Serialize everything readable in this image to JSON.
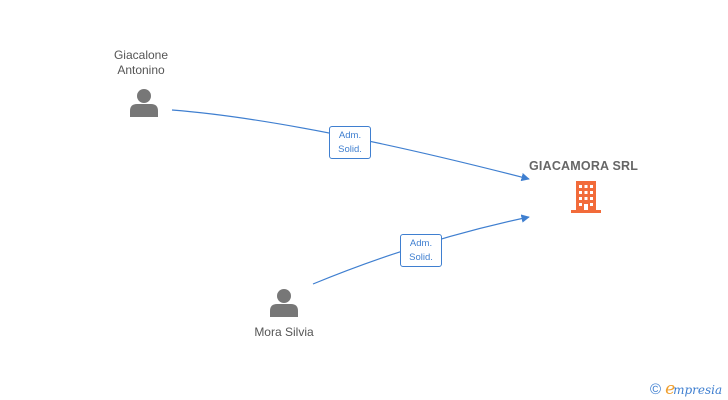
{
  "nodes": {
    "person1": {
      "name_line1": "Giacalone",
      "name_line2": "Antonino",
      "icon": "person-icon"
    },
    "person2": {
      "name": "Mora Silvia",
      "icon": "person-icon"
    },
    "company": {
      "name": "GIACAMORA SRL",
      "icon": "building-icon"
    }
  },
  "edges": [
    {
      "from": "person1",
      "to": "company",
      "label_line1": "Adm.",
      "label_line2": "Solid."
    },
    {
      "from": "person2",
      "to": "company",
      "label_line1": "Adm.",
      "label_line2": "Solid."
    }
  ],
  "footer": {
    "copyright_symbol": "©",
    "brand_initial": "e",
    "brand_rest": "mpresia"
  },
  "colors": {
    "edge": "#3f7fd0",
    "person_icon": "#777777",
    "company_icon": "#f26b3a",
    "label_text": "#555555"
  }
}
